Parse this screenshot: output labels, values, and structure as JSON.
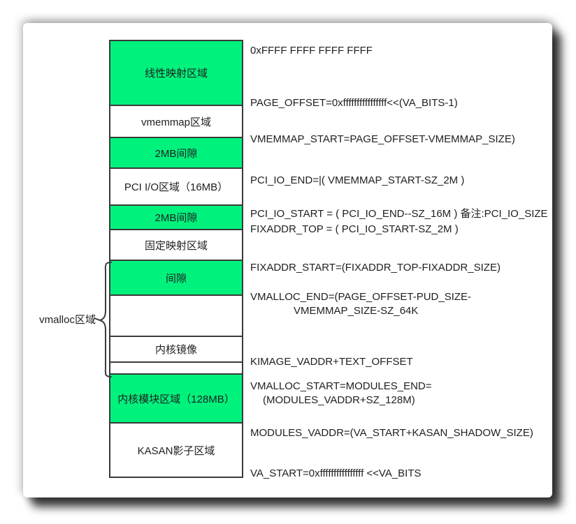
{
  "diagram": {
    "title_hint": "ARM64 kernel virtual memory layout",
    "colors": {
      "region_green": "#00F27C",
      "region_white": "#ffffff",
      "border": "#3a3a3a",
      "text": "#1f1f1f"
    },
    "bracket_label": "vmalloc区域",
    "regions": [
      {
        "label": "线性映射区域",
        "fill": "green"
      },
      {
        "label": "vmemmap区域",
        "fill": "white"
      },
      {
        "label": "2MB间隙",
        "fill": "green"
      },
      {
        "label": "PCI I/O区域（16MB）",
        "fill": "white"
      },
      {
        "label": "2MB间隙",
        "fill": "green"
      },
      {
        "label": "固定映射区域",
        "fill": "white"
      },
      {
        "label": "间隙",
        "fill": "green"
      },
      {
        "label": "",
        "fill": "white"
      },
      {
        "label": "内核镜像",
        "fill": "white"
      },
      {
        "label": "",
        "fill": "white"
      },
      {
        "label": "内核模块区域（128MB）",
        "fill": "green"
      },
      {
        "label": "KASAN影子区域",
        "fill": "white"
      }
    ],
    "annotations": {
      "top_address": "0xFFFF FFFF FFFF FFFF",
      "page_offset": "PAGE_OFFSET=0xffffffffffffffff<<(VA_BITS-1)",
      "vmemmap_start": "VMEMMAP_START=PAGE_OFFSET-VMEMMAP_SIZE)",
      "pci_io_end": "PCI_IO_END=|( VMEMMAP_START-SZ_2M )",
      "pci_io_start": "PCI_IO_START = ( PCI_IO_END--SZ_16M ) 备注:PCI_IO_SIZE",
      "fixaddr_top": "FIXADDR_TOP = ( PCI_IO_START-SZ_2M )",
      "fixaddr_start": "FIXADDR_START=(FIXADDR_TOP-FIXADDR_SIZE)",
      "vmalloc_end_line1": "VMALLOC_END=(PAGE_OFFSET-PUD_SIZE-",
      "vmalloc_end_line2": "VMEMMAP_SIZE-SZ_64K",
      "kimage_vaddr": "KIMAGE_VADDR+TEXT_OFFSET",
      "vmalloc_start_line1": "VMALLOC_START=MODULES_END=",
      "vmalloc_start_line2": "(MODULES_VADDR+SZ_128M)",
      "modules_vaddr": "MODULES_VADDR=(VA_START+KASAN_SHADOW_SIZE)",
      "va_start": "VA_START=0xffffffffffffffff <<VA_BITS"
    }
  }
}
